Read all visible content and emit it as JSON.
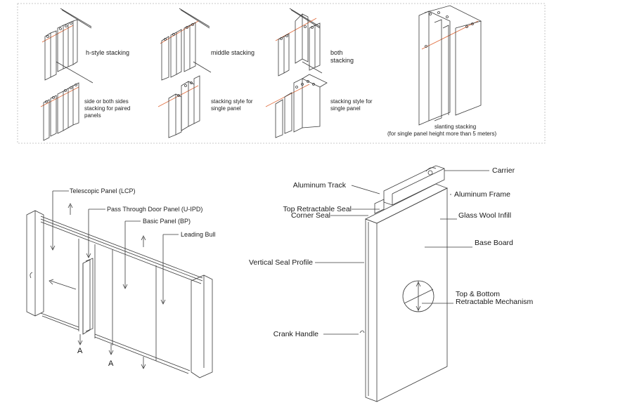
{
  "stacking": {
    "h_style": "h-style stacking",
    "middle": "middle stacking",
    "both": "both\nstacking",
    "side_both": "side or both sides\nstacking for paired\npanels",
    "single_a": "stacking style for\nsingle panel",
    "single_b": "stacking style for\nsingle panel",
    "slanting": "slanting stacking",
    "slanting_note": "(for single panel height more than 5 meters)"
  },
  "wall": {
    "telescopic": "Telescopic Panel (LCP)",
    "pass_through": "Pass Through Door Panel (U-IPD)",
    "basic": "Basic  Panel (BP)",
    "leading": "Leading Bull",
    "section_a": "A",
    "section_b": "A"
  },
  "panel": {
    "carrier": "Carrier",
    "aluminum_track": "Aluminum Track",
    "aluminum_frame": "Aluminum Frame",
    "top_seal": "Top Retractable Seal",
    "corner_seal": "Corner Seal",
    "glass_wool": "Glass Wool Infill",
    "base_board": "Base Board",
    "vertical_seal": "Vertical Seal Profile",
    "mechanism_1": "Top & Bottom",
    "mechanism_2": "Retractable Mechanism",
    "crank": "Crank Handle"
  },
  "colors": {
    "line": "#3a3a3a",
    "accent": "#e06a3a",
    "frame": "#b8b8b8"
  }
}
